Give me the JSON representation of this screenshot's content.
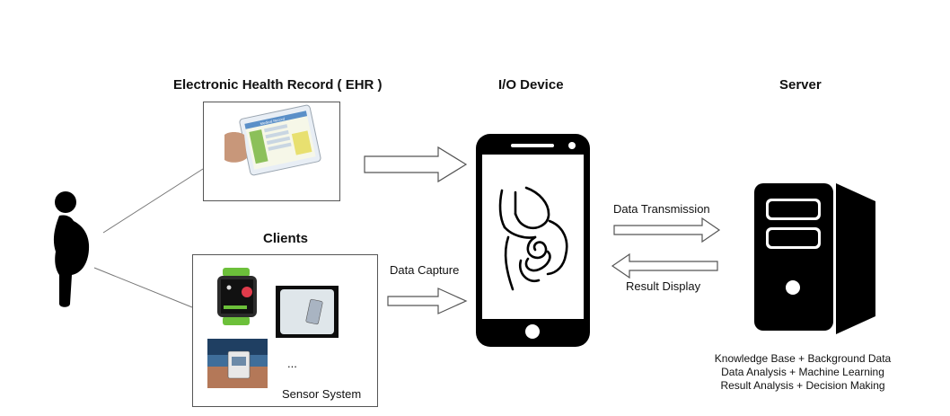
{
  "titles": {
    "ehr": "Electronic Health Record ( EHR )",
    "io_device": "I/O Device",
    "server": "Server",
    "clients": "Clients"
  },
  "ehr_card": {
    "heading": "Medical Record"
  },
  "arrows": {
    "data_capture": "Data Capture",
    "data_transmission": "Data Transmission",
    "result_display": "Result Display"
  },
  "clients_box": {
    "ellipsis": "...",
    "sensor_system": "Sensor System"
  },
  "server_functions": [
    "Knowledge Base + Background Data",
    "Data Analysis + Machine Learning",
    "Result Analysis + Decision Making"
  ],
  "icons": [
    "pregnant-person-icon",
    "smartwatch-icon",
    "smart-scale-icon",
    "blood-pressure-cuff-icon",
    "smartphone-icon",
    "digestive-system-icon",
    "server-tower-icon"
  ]
}
